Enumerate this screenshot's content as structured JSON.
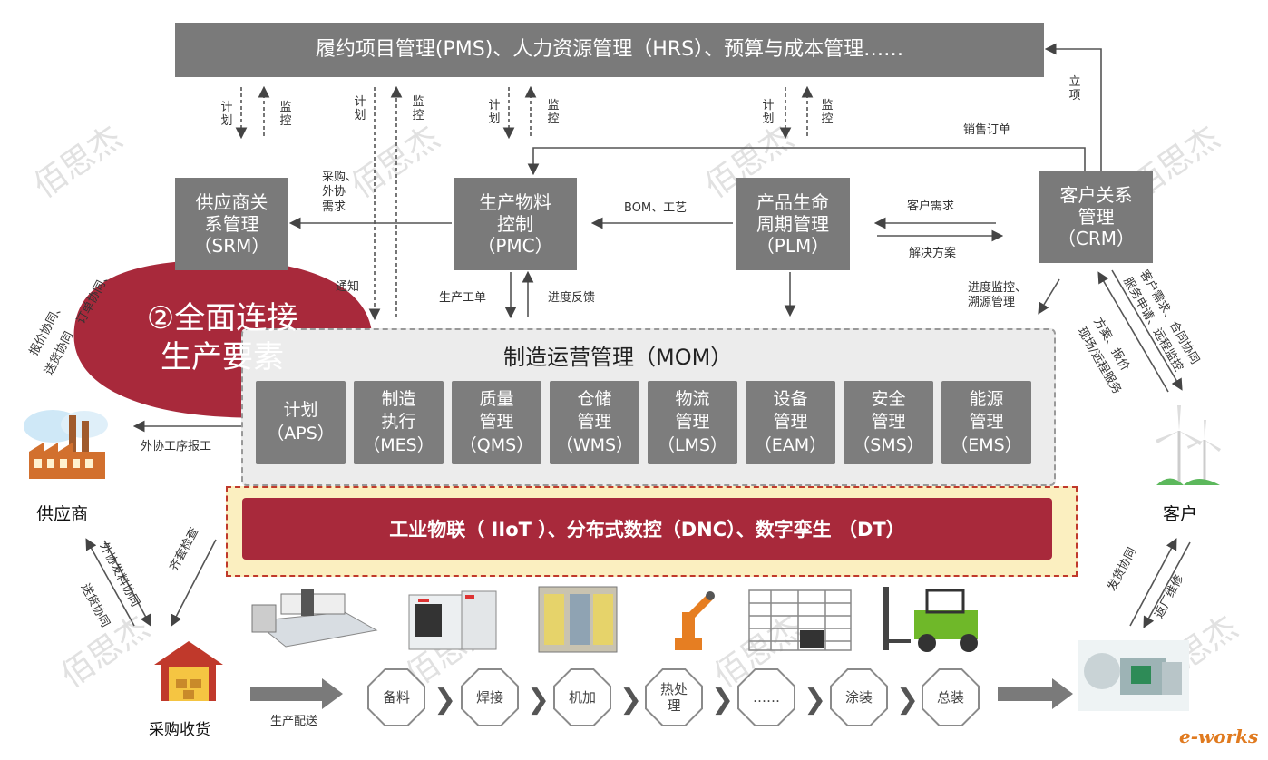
{
  "top_bar": "履约项目管理(PMS)、人力资源管理（HRS）、预算与成本管理……",
  "plan_monitor": [
    {
      "plan": "计划",
      "monitor": "监控"
    },
    {
      "plan": "计划",
      "monitor": "监控"
    },
    {
      "plan": "计划",
      "monitor": "监控"
    },
    {
      "plan": "计划",
      "monitor": "监控"
    }
  ],
  "li_xiang": "立项",
  "sales_order": "销售订单",
  "srm": {
    "l1": "供应商关",
    "l2": "系管理",
    "l3": "（SRM）"
  },
  "pmc": {
    "l1": "生产物料",
    "l2": "控制",
    "l3": "（PMC）"
  },
  "plm": {
    "l1": "产品生命",
    "l2": "周期管理",
    "l3": "（PLM）"
  },
  "crm": {
    "l1": "客户关系",
    "l2": "管理",
    "l3": "（CRM）"
  },
  "purchase_demand": "采购、\n外协\n需求",
  "bom": "BOM、工艺",
  "customer_demand": "客户需求",
  "solution": "解决方案",
  "prod_order": "生产工单",
  "progress_feedback": "进度反馈",
  "progress_monitor": "进度监控、\n溯源管理",
  "notice": "通知",
  "supplier_links": [
    "报价协同、",
    "订单协同、",
    "送货协同"
  ],
  "customer_links_1": [
    "客户需求、合同协同",
    "服务申请、远程监控"
  ],
  "customer_links_2": [
    "方案、报价",
    "现场/远程服务"
  ],
  "callout": {
    "l1": "②全面连接",
    "l2": "生产要素"
  },
  "mom_title": "制造运营管理（MOM）",
  "modules": [
    {
      "l1": "计划",
      "l2": "（APS）"
    },
    {
      "l1": "制造",
      "l2": "执行",
      "l3": "（MES）"
    },
    {
      "l1": "质量",
      "l2": "管理",
      "l3": "（QMS）"
    },
    {
      "l1": "仓储",
      "l2": "管理",
      "l3": "（WMS）"
    },
    {
      "l1": "物流",
      "l2": "管理",
      "l3": "（LMS）"
    },
    {
      "l1": "设备",
      "l2": "管理",
      "l3": "（EAM）"
    },
    {
      "l1": "安全",
      "l2": "管理",
      "l3": "（SMS）"
    },
    {
      "l1": "能源",
      "l2": "管理",
      "l3": "（EMS）"
    }
  ],
  "outsource_report": "外协工序报工",
  "iiot_bar": "工业物联（ IIoT ）、分布式数控（DNC）、数字孪生 （DT）",
  "supplier": "供应商",
  "customer": "客户",
  "kit_check": "齐套检查",
  "outsource_material": "外协发料协同",
  "delivery_collab": "送货协同",
  "ship_collab": "发货协同",
  "repair": "返厂维修",
  "purchase_receive": "采购收货",
  "prod_dispatch": "生产配送",
  "steps": [
    "备料",
    "焊接",
    "机加",
    "热处\n理",
    "……",
    "涂装",
    "总装"
  ],
  "watermark": "佰思杰",
  "logo": "e-works",
  "colors": {
    "gray": "#7a7a7a",
    "red": "#a8293b",
    "yellow": "#fbefc0",
    "dark_arrow": "#444444"
  }
}
